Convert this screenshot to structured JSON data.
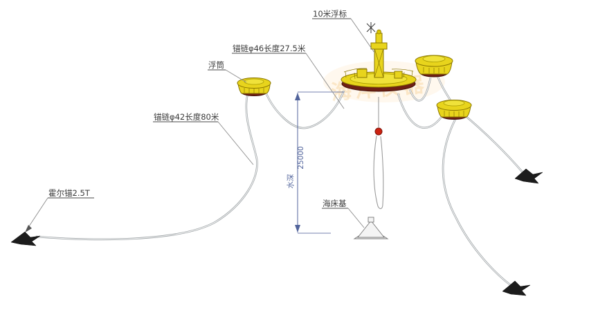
{
  "diagram": {
    "labels": {
      "buoy": "10米浮标",
      "chain_46": "锚链φ46长度27.5米",
      "float": "浮筒",
      "chain_42": "锚链φ42长度80米",
      "hall_anchor": "霍尔锚2.5T",
      "seabed_base": "海床基",
      "water_depth": "水深",
      "depth_value": "25000"
    },
    "watermark": "海洋仪器",
    "colors": {
      "buoy_yellow": "#e8d41c",
      "buoy_outline": "#8a7600",
      "hull_maroon": "#6e2014",
      "chain_gray": "#9a9a9a",
      "dimension_blue": "#51639b",
      "label_text": "#3a3a3a",
      "sensor_red": "#cc2211"
    }
  }
}
